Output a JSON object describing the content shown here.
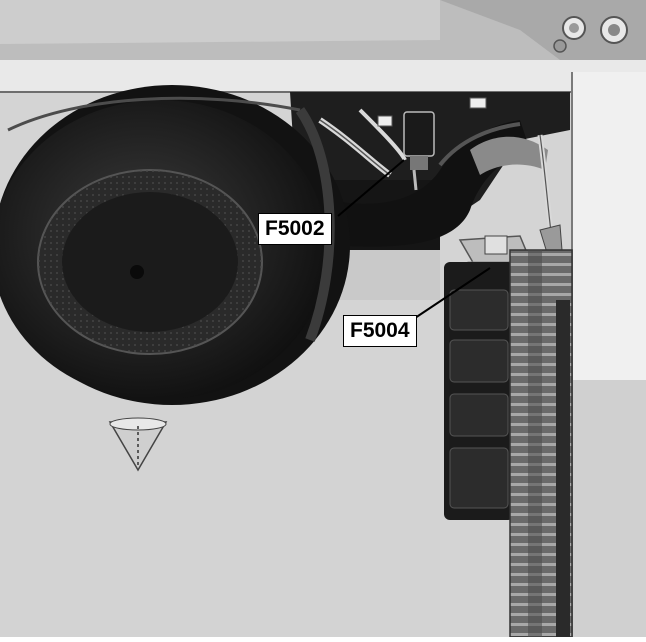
{
  "diagram": {
    "callouts": [
      {
        "id": "F5002",
        "label": "F5002"
      },
      {
        "id": "F5004",
        "label": "F5004"
      }
    ]
  },
  "colors": {
    "background": "#d6d6d6",
    "panel_light": "#e6e6e6",
    "component_dark": "#1e1e1e",
    "component_mid": "#3a3a3a",
    "highlight": "#8a8a8a",
    "leader_line": "#000000",
    "label_bg": "#ffffff"
  }
}
